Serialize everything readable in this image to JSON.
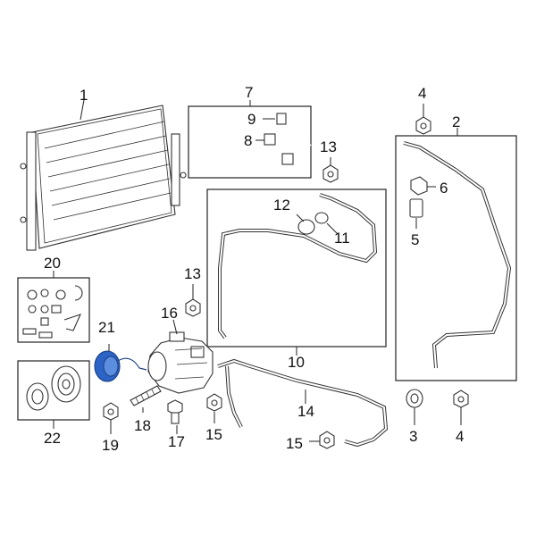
{
  "diagram": {
    "callouts": [
      "1",
      "2",
      "3",
      "4",
      "4",
      "5",
      "6",
      "7",
      "8",
      "9",
      "10",
      "11",
      "12",
      "13",
      "13",
      "14",
      "15",
      "15",
      "16",
      "17",
      "18",
      "19",
      "20",
      "21",
      "22"
    ],
    "colors": {
      "highlight": "#2b63c6",
      "line": "#222222",
      "background": "#ffffff"
    }
  }
}
